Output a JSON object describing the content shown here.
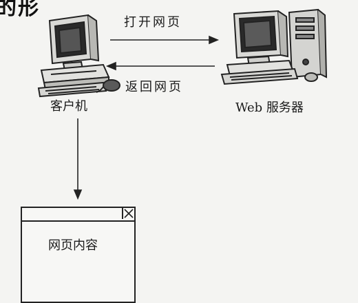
{
  "heading_fragment": "的形",
  "labels": {
    "open_page": "打开网页",
    "return_page": "返回网页",
    "client": "客户机",
    "server": "Web 服务器"
  },
  "window": {
    "content_text": "网页内容"
  }
}
